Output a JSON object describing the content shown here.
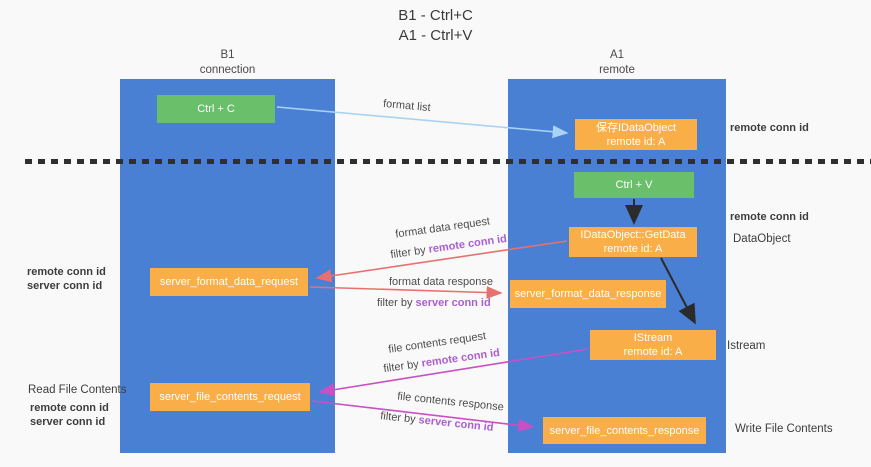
{
  "title": {
    "line1": "B1 - Ctrl+C",
    "line2": "A1 - Ctrl+V"
  },
  "columns": {
    "left": {
      "name": "B1",
      "role": "connection"
    },
    "right": {
      "name": "A1",
      "role": "remote"
    }
  },
  "boxes": {
    "ctrl_c": {
      "label": "Ctrl + C"
    },
    "ctrl_v": {
      "label": "Ctrl + V"
    },
    "save_dataobject": {
      "line1": "保存IDataObject",
      "line2": "remote id: A"
    },
    "getdata": {
      "line1": "IDataObject::GetData",
      "line2": "remote id: A"
    },
    "istream": {
      "line1": "IStream",
      "line2": "remote id: A"
    },
    "format_request": {
      "label": "server_format_data_request"
    },
    "format_response": {
      "label": "server_format_data_response"
    },
    "file_request": {
      "label": "server_file_contents_request"
    },
    "file_response": {
      "label": "server_file_contents_response"
    }
  },
  "flow_labels": {
    "format_list": "format list",
    "format_data_request": "format data request",
    "format_data_response": "format data response",
    "file_contents_request": "file contents request",
    "file_contents_response": "file contents response",
    "filter_prefix": "filter by ",
    "remote_conn_id": "remote conn id",
    "server_conn_id": "server conn id"
  },
  "side_labels": {
    "remote_conn_id": "remote conn id",
    "server_conn_id": "server conn id",
    "dataobject": "DataObject",
    "istream": "Istream",
    "read_file_contents": "Read File Contents",
    "write_file_contents": "Write File Contents"
  },
  "colors": {
    "column_blue": "#4a80d4",
    "box_orange": "#f9ae47",
    "box_green": "#6abf6b",
    "highlight_purple": "#ab5ed1",
    "highlight_green": "#57b75f",
    "arrow_red": "#e87170",
    "arrow_magenta": "#c94fc3",
    "arrow_lightblue": "#a9d3f2",
    "arrow_black": "#2b2b2b"
  }
}
